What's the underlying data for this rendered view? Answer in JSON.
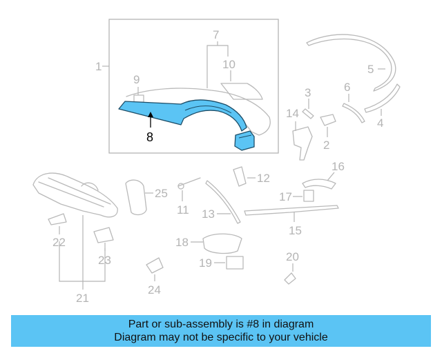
{
  "diagram": {
    "highlight_color": "#5bc4f4",
    "highlighted_part": "8",
    "labels": {
      "l1": "1",
      "l2": "2",
      "l3": "3",
      "l4": "4",
      "l5": "5",
      "l6": "6",
      "l7": "7",
      "l8": "8",
      "l9": "9",
      "l10": "10",
      "l11": "11",
      "l12": "12",
      "l13": "13",
      "l14": "14",
      "l15": "15",
      "l16": "16",
      "l17": "17",
      "l18": "18",
      "l19": "19",
      "l20": "20",
      "l21": "21",
      "l22": "22",
      "l23": "23",
      "l24": "24",
      "l25": "25"
    }
  },
  "banner": {
    "line1": "Part or sub-assembly is #8 in diagram",
    "line2": "Diagram may not be specific to your vehicle"
  }
}
